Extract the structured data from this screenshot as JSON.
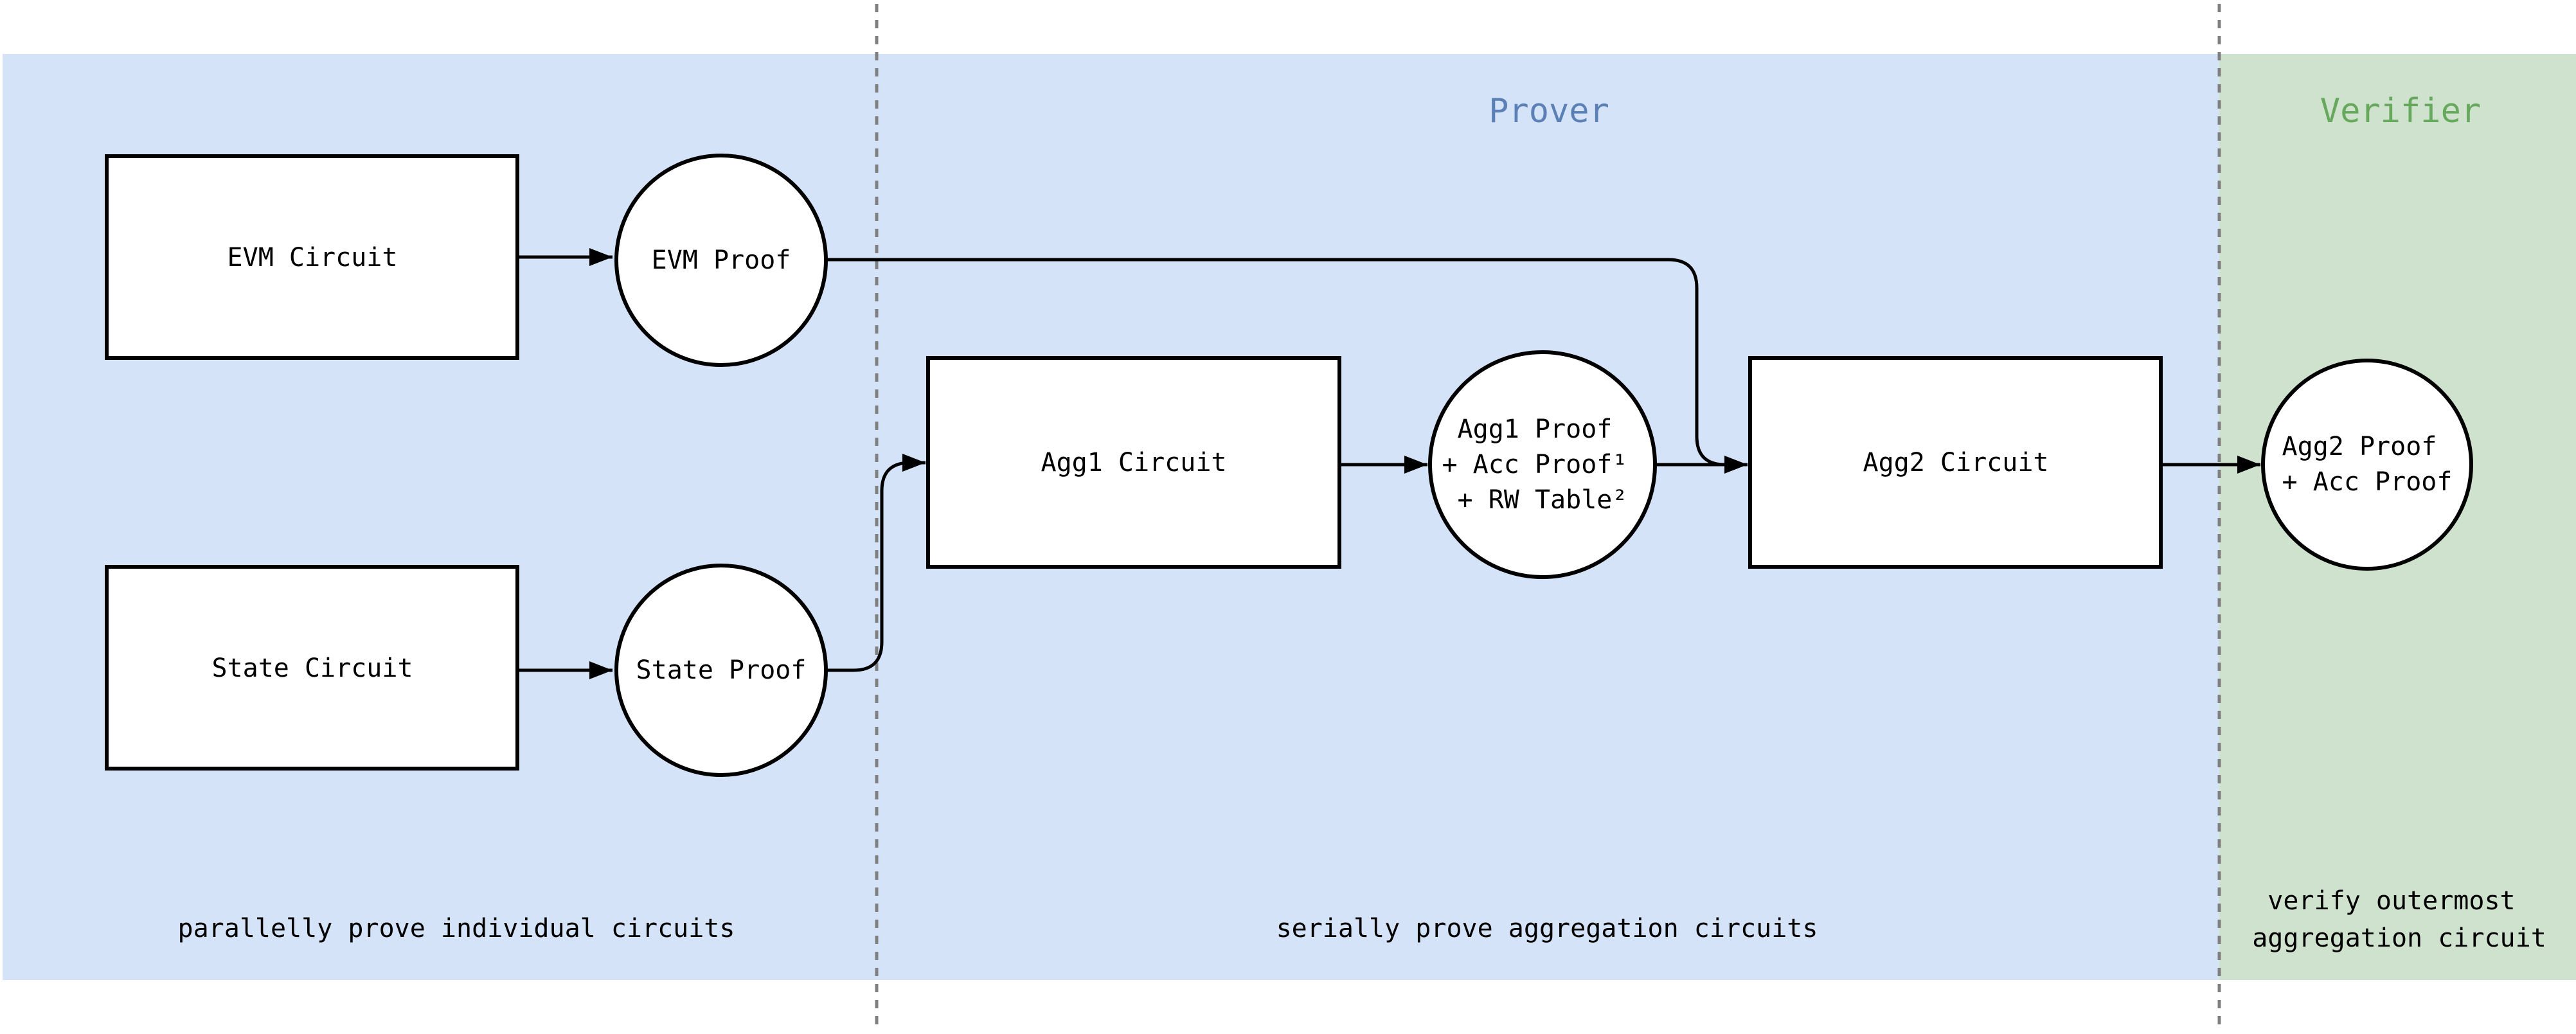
{
  "diagram": {
    "regions": {
      "prover": {
        "label": "Prover",
        "bg": "#d5e3f8",
        "label_color": "#5b80b6"
      },
      "verifier": {
        "label": "Verifier",
        "bg": "#cfe2cd",
        "label_color": "#66a85c"
      }
    },
    "nodes": {
      "evm_circuit": {
        "label": "EVM Circuit"
      },
      "evm_proof": {
        "label": "EVM Proof"
      },
      "state_circuit": {
        "label": "State Circuit"
      },
      "state_proof": {
        "label": "State Proof"
      },
      "agg1_circuit": {
        "label": "Agg1 Circuit"
      },
      "agg1_proof": {
        "lines": [
          "Agg1 Proof",
          "+ Acc Proof¹",
          "+ RW Table²"
        ]
      },
      "agg2_circuit": {
        "label": "Agg2 Circuit"
      },
      "agg2_proof": {
        "lines": [
          "Agg2 Proof",
          "+ Acc Proof"
        ]
      }
    },
    "captions": {
      "parallel": "parallelly prove individual circuits",
      "serial": "serially prove aggregation circuits",
      "verify_line1": "verify outermost",
      "verify_line2": "aggregation circuit"
    },
    "colors": {
      "node_fill": "#ffffff",
      "node_border": "#000000",
      "separator": "#808080",
      "caption_text": "#000000"
    }
  }
}
